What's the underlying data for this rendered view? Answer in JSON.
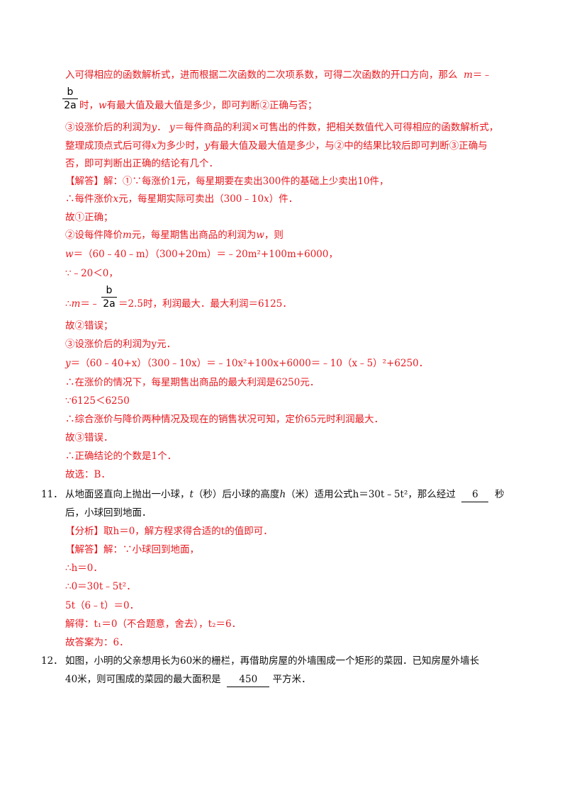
{
  "lines": {
    "l1": "入可得相应的函数解析式，进而根据二次函数的二次项系数，可得二次函数的开口方向，那么",
    "l1_var": "m",
    "l1_tail": "＝﹣",
    "l2": "时，",
    "l2_var": "w",
    "l2_tail": "有最大值及最大值是多少，即可判断②正确与否；",
    "l3_a": "③设涨价后的利润为",
    "l3_var": "y",
    "l3_b": "．",
    "l3_var2": "y",
    "l3_c": "＝每件商品的利润×可售出的件数，把相关数值代入可得相应的函数解析式，",
    "l4_a": "整理成顶点式后可得",
    "l4_var": "x",
    "l4_b": "为多少时，",
    "l4_var2": "y",
    "l4_c": "有最大值及最大值是多少，与②中的结果比较后即可判断③正确与",
    "l5": "否，即可判断出正确的结论有几个．",
    "l6": "【解答】解：①∵每涨价1元，每星期要在卖出300件的基础上少卖出10件，",
    "l7_a": "∴每件涨价",
    "l7_var": "x",
    "l7_b": "元，每星期实际可卖出（300﹣10",
    "l7_var2": "x",
    "l7_c": "）件．",
    "l8": "故①正确；",
    "l9_a": "②设每件降价",
    "l9_var": "m",
    "l9_b": "元，每星期售出商品的利润为",
    "l9_var2": "w",
    "l9_c": "，则",
    "l10": "＝（60﹣40﹣m）（300+20m）＝﹣20m²+100m+6000，",
    "l11": "∵﹣20＜0，",
    "l12": "＝2.5时，利润最大．最大利润＝6125．",
    "l13": "故②错误；",
    "l14": "③设涨价后的利润为y元．",
    "l15": "＝（60﹣40+x）（300﹣10x）＝﹣10x²+100x+6000＝﹣10（x﹣5）²+6250．",
    "l16": "∴在涨价的情况下，每星期售出商品的最大利润是6250元．",
    "l17": "∵6125＜6250",
    "l18": "∴综合涨价与降价两种情况及现在的销售状况可知，定价65元时利润最大．",
    "l19": "故③错误．",
    "l20": "∴正确结论的个数是1个．",
    "l21": "故选：B．",
    "q11_num": "11．",
    "q11_a": "从地面竖直向上抛出一小球，",
    "q11_var": "t",
    "q11_b": "（秒）后小球的高度",
    "q11_var2": "h",
    "q11_c": "（米）适用公式",
    "q11_formula": "h＝30t﹣5t²",
    "q11_d": "，那么经过",
    "q11_answer": "6",
    "q11_e": "秒",
    "q11_l2": "后，小球回到地面．",
    "a11_1": "【分析】取h＝0，解方程求得合适的t的值即可．",
    "a11_2": "【解答】解：∵小球回到地面，",
    "a11_3": "∴h＝0．",
    "a11_4": "∴0＝30t﹣5t²．",
    "a11_5": "5t（6﹣t）＝0．",
    "a11_6": "解得：t₁＝0（不合题意，舍去），t₂＝6．",
    "a11_7": "故答案为：6．",
    "q12_num": "12．",
    "q12_a": "如图，小明的父亲想用长为60米的栅栏，再借助房屋的外墙围成一个矩形的菜园．已知房屋外墙长",
    "q12_b": "40米，则可围成的菜园的最大面积是",
    "q12_answer": "450",
    "q12_c": "平方米．"
  },
  "fractions": {
    "numerator": "b",
    "denominator": "2a"
  },
  "vars": {
    "w": "w",
    "m": "m",
    "y": "y"
  },
  "colors": {
    "solution": "#e8191f",
    "question": "#111111"
  }
}
